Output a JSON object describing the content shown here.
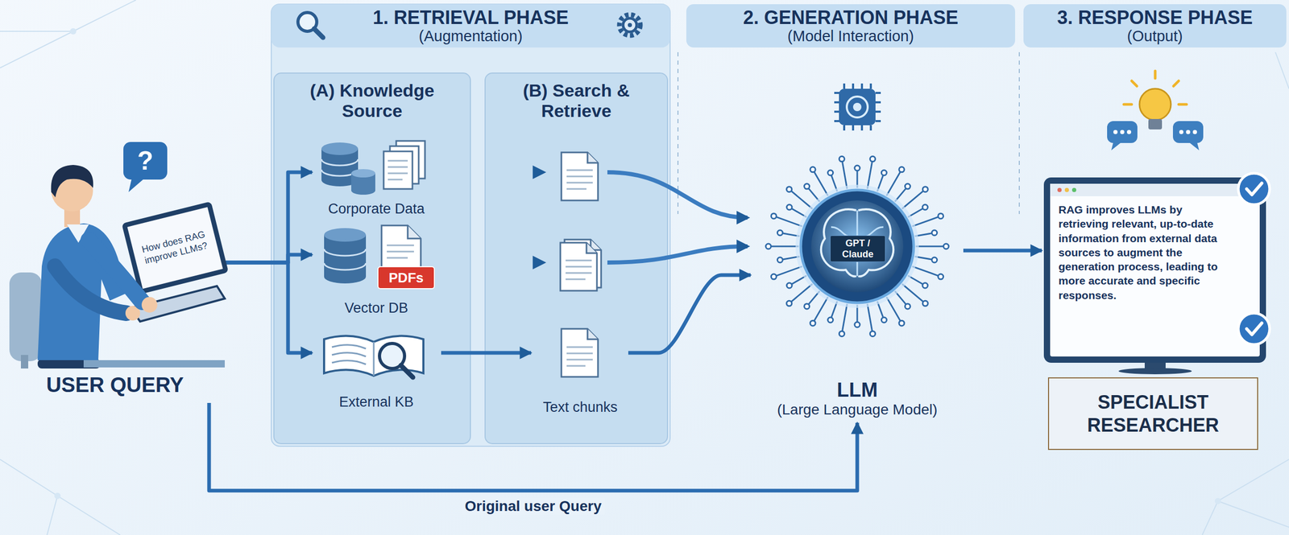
{
  "diagram": {
    "nodes": [
      {
        "text": [
          "USER QUERY"
        ]
      },
      {
        "text": [
          "1. RETRIEVAL PHASE",
          "(Augmentation)"
        ]
      },
      {
        "text": [
          "(A) Knowledge Source"
        ],
        "in": 1
      },
      {
        "text": [
          "Corporate Data"
        ],
        "in": 2
      },
      {
        "text": [
          "Vector DB"
        ],
        "in": 2
      },
      {
        "text": [
          "External KB"
        ],
        "in": 2
      },
      {
        "text": [
          "(B) Search & Retrieve"
        ],
        "in": 1
      },
      {
        "text": [
          "Text chunks"
        ],
        "in": 6
      },
      {
        "text": [
          "2. GENERATION PHASE",
          "(Model Interaction)"
        ]
      },
      {
        "text": [
          "GPT / Claude",
          "LLM",
          "(Large Language Model)"
        ]
      },
      {
        "text": [
          "3. RESPONSE PHASE",
          "(Output)"
        ]
      },
      {
        "text": [
          "RAG improves LLMs by retrieving relevant, up-to-date information from external data sources to augment the generation process, leading to more accurate and specific responses."
        ]
      },
      {
        "text": [
          "SPECIALIST RESEARCHER"
        ]
      }
    ],
    "edges": [
      {
        "from": 0,
        "to": 3,
        "arrow": "to"
      },
      {
        "from": 0,
        "to": 4,
        "arrow": "to"
      },
      {
        "from": 0,
        "to": 5,
        "arrow": "to"
      },
      {
        "from": 5,
        "to": 7,
        "arrow": "to"
      },
      {
        "from": 7,
        "to": 9,
        "arrow": "to"
      },
      {
        "from": 0,
        "to": 9,
        "label": "Original user Query",
        "arrow": "to"
      },
      {
        "from": 9,
        "to": 11,
        "arrow": "to"
      }
    ],
    "labels": [
      "?",
      "How does RAG improve LLMs?",
      "PDFs"
    ]
  }
}
